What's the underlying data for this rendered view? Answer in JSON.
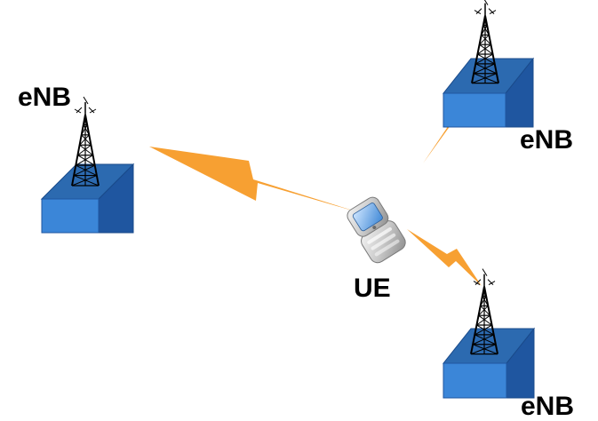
{
  "labels": {
    "enb_left": "eNB",
    "enb_top_right": "eNB",
    "enb_bottom_right": "eNB",
    "ue": "UE"
  },
  "colors": {
    "box_top": "#2c6ab0",
    "box_front": "#3b86d8",
    "box_side": "#1f56a0",
    "lightning": "#f7a032",
    "tower": "#000000",
    "label": "#000000"
  },
  "icons": {
    "base_station": "cell-tower-box-icon",
    "user_equipment": "mobile-phone-icon",
    "link": "lightning-bolt-icon"
  }
}
